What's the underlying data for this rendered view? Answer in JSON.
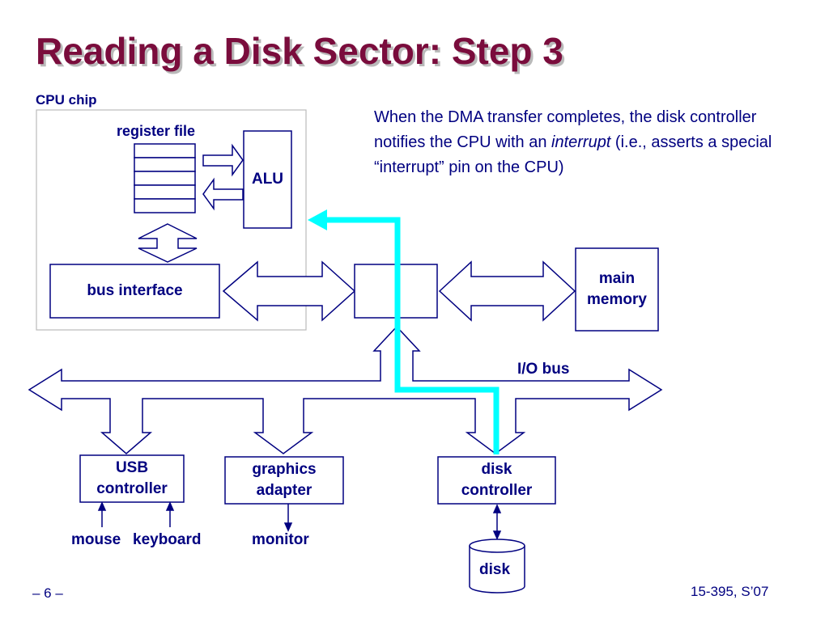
{
  "slide": {
    "title": "Reading a Disk Sector: Step 3",
    "page_number": "– 6 –",
    "course": "15-395, S’07"
  },
  "description": {
    "part1": "When the DMA transfer completes, the disk controller notifies the CPU with an ",
    "emphasis": "interrupt",
    "part2": " (i.e., asserts a special “interrupt” pin on the CPU)"
  },
  "diagram": {
    "cpu_chip_label": "CPU chip",
    "register_file_label": "register file",
    "alu_label": "ALU",
    "bus_interface_label": "bus interface",
    "main_memory_label": "main memory",
    "io_bus_label": "I/O bus",
    "usb_controller_label": "USB controller",
    "graphics_adapter_label": "graphics adapter",
    "disk_controller_label": "disk controller",
    "mouse_label": "mouse",
    "keyboard_label": "keyboard",
    "monitor_label": "monitor",
    "disk_label": "disk"
  },
  "colors": {
    "title": "#7a0c3c",
    "text": "#000080",
    "interrupt_path": "#00ffff"
  }
}
